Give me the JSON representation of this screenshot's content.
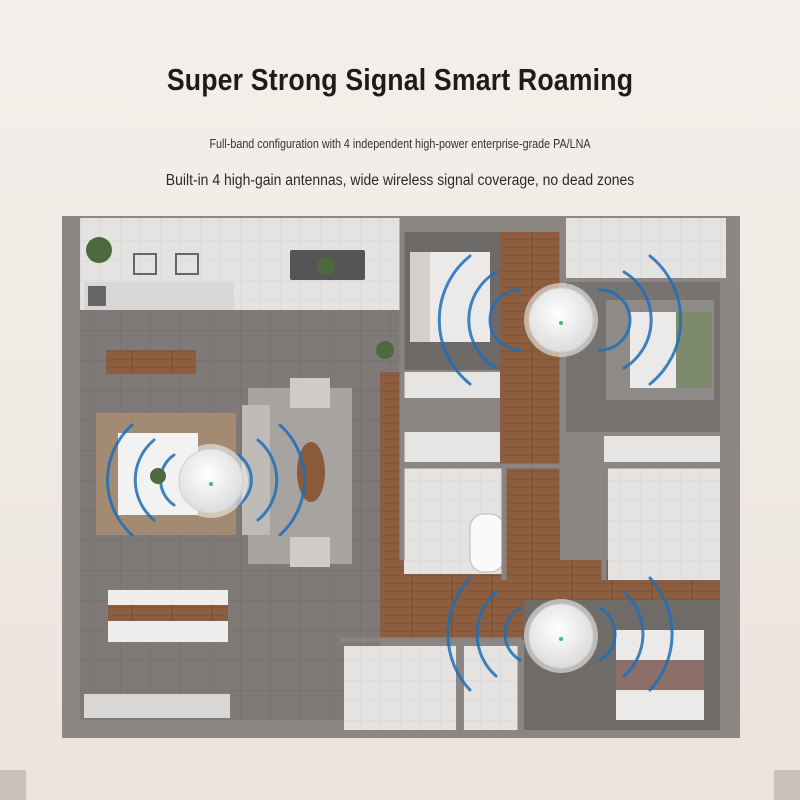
{
  "header": {
    "title": "Super Strong Signal Smart Roaming",
    "subtitle": "Full-band configuration with 4 independent high-power enterprise-grade PA/LNA",
    "tagline": "Built-in 4 high-gain antennas, wide wireless signal coverage, no dead zones"
  },
  "floorplan": {
    "router_units": 3,
    "colors": {
      "wall": "#8a8583",
      "floor_main": "#7e7876",
      "wood": "#8a5a3b",
      "signal": "#1f6fb8",
      "router_led": "#35c36a"
    },
    "icons": [
      "router-icon",
      "signal-wave-icon",
      "plant-icon",
      "bed-icon",
      "sofa-icon",
      "bathtub-icon",
      "toilet-icon",
      "dining-table-icon"
    ]
  }
}
